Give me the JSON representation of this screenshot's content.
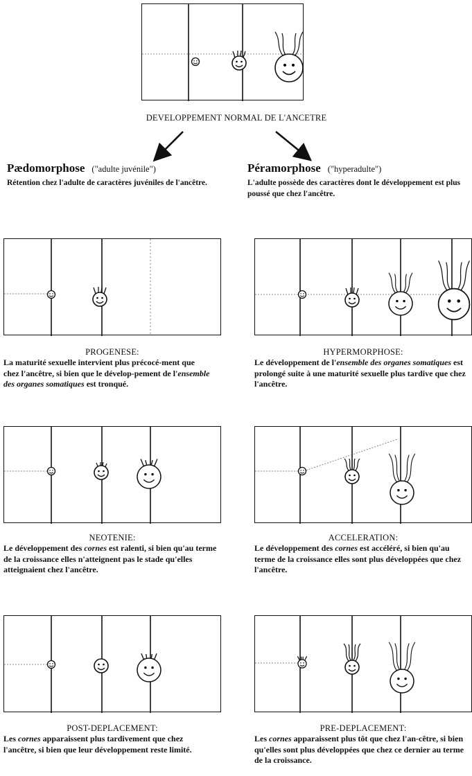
{
  "top": {
    "caption": "DEVELOPPEMENT NORMAL DE L'ANCETRE"
  },
  "left_col": {
    "title": "Pædomorphose",
    "subtitle": "(\"adulte juvénile\")",
    "desc": "Rétention chez l'adulte de caractères juvéniles de l'ancêtre."
  },
  "right_col": {
    "title": "Péramorphose",
    "subtitle": "(\"hyperadulte\")",
    "desc": "L'adulte possède des caractères dont le développement est plus poussé que chez l'ancêtre."
  },
  "panels": {
    "progenese": {
      "title": "PROGENESE:",
      "t1": "La maturité sexuelle intervient plus précocé-ment que chez l'ancêtre, si bien que le dévelop-pement de l'",
      "em": "ensemble des organes somatiques",
      "t2": " est tronqué."
    },
    "hypermorphose": {
      "title": "HYPERMORPHOSE:",
      "t1": "Le développement de l'",
      "em": "ensemble des organes somatiques",
      "t2": " est prolongé suite à une maturité sexuelle plus tardive que chez l'ancêtre."
    },
    "neotenie": {
      "title": "NEOTENIE:",
      "t1": "Le développement des ",
      "em": "cornes",
      "t2": " est ralenti, si bien qu'au terme de la croissance elles n'atteignent pas le stade qu'elles atteignaient chez l'ancêtre."
    },
    "acceleration": {
      "title": "ACCELERATION:",
      "t1": "Le développement des ",
      "em": "cornes",
      "t2": " est accéléré, si bien qu'au terme de la croissance elles sont plus développées que chez l'ancêtre."
    },
    "post": {
      "title": "POST-DEPLACEMENT:",
      "t1": "Les ",
      "em": "cornes",
      "t2": " apparaissent plus tardivement que chez l'ancêtre, si bien que leur développement reste limité."
    },
    "pre": {
      "title": "PRE-DEPLACEMENT:",
      "t1": "Les ",
      "em": "cornes",
      "t2": " apparaissent plus tôt que chez l'an-cêtre, si bien qu'elles sont plus développées que chez ce dernier au terme de la croissance."
    }
  }
}
